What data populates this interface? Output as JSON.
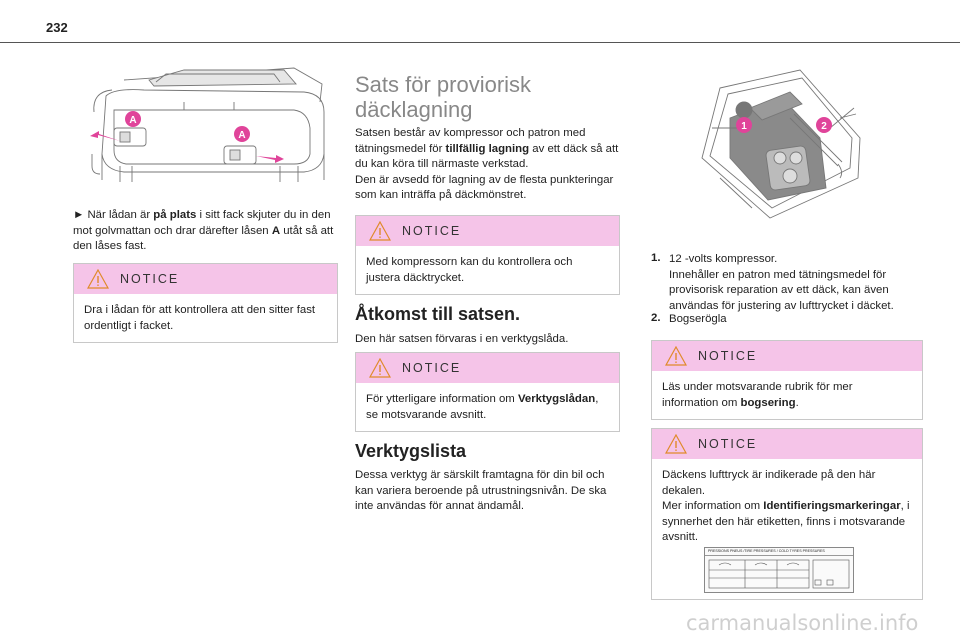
{
  "page": {
    "number": "232"
  },
  "left_column": {
    "figure_marker": "A",
    "instruction": {
      "bullet": "►",
      "t1": " När lådan är ",
      "b1": "på plats",
      "t2": " i sitt fack skjuter du in den mot golvmattan och drar därefter låsen ",
      "b2": "A",
      "t3": " utåt så att den låses fast."
    },
    "notice": {
      "label": "NOTICE",
      "text": "Dra i lådan för att kontrollera att den sitter fast ordentligt i facket."
    }
  },
  "middle_column": {
    "title": "Sats för proviorisk däcklagning",
    "intro": {
      "t1": "Satsen består av kompressor och patron med tätningsmedel för ",
      "b1": "tillfällig lagning",
      "t2": " av ett däck så att du kan köra till närmaste verkstad.",
      "line2": "Den är avsedd för lagning av de flesta punkteringar som kan inträffa på däckmönstret."
    },
    "notice1": {
      "label": "NOTICE",
      "text": "Med kompressorn kan du kontrollera och justera däcktrycket."
    },
    "access": {
      "heading": "Åtkomst till satsen.",
      "text": "Den här satsen förvaras i en verktygslåda."
    },
    "notice2": {
      "label": "NOTICE",
      "t1": "För ytterligare information om ",
      "b1": "Verktygslådan",
      "t2": ", se motsvarande avsnitt."
    },
    "tools": {
      "heading": "Verktygslista",
      "text": "Dessa verktyg är särskilt framtagna för din bil och kan variera beroende på utrustningsnivån. De ska inte användas för annat ändamål."
    }
  },
  "right_column": {
    "figure_markers": [
      "1",
      "2"
    ],
    "list": [
      {
        "num": "1.",
        "title": "12 -volts kompressor.",
        "desc": "Innehåller en patron med tätningsmedel för provisorisk reparation av ett däck, kan även användas för justering av lufttrycket i däcket."
      },
      {
        "num": "2.",
        "title": "Bogserögla",
        "desc": ""
      }
    ],
    "notice1": {
      "label": "NOTICE",
      "t1": "Läs under motsvarande rubrik för mer information om ",
      "b1": "bogsering",
      "t2": "."
    },
    "notice2": {
      "label": "NOTICE",
      "line1": "Däckens lufttryck är indikerade på den här dekalen.",
      "t1": "Mer information om ",
      "b1": "Identifieringsmarkeringar",
      "t2": ", i synnerhet den här etiketten, finns i motsvarande avsnitt."
    },
    "label_image": {
      "title": "PRESSIONS PNEUS /TIRE PRESSURES / COLD TYRES PRESSURES"
    }
  },
  "footer": {
    "watermark": "carmanualsonline.info"
  },
  "colors": {
    "notice_bar": "#f5c4e8",
    "marker": "#e0449a",
    "title_gray": "#888888"
  }
}
